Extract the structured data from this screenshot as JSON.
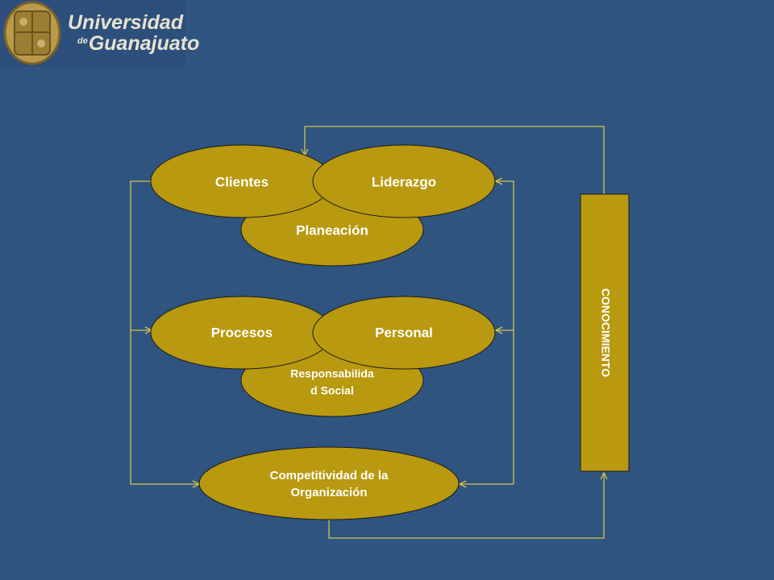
{
  "logo": {
    "line1": "Universidad",
    "line2_prefix": "de",
    "line2_main": "Guanajuato"
  },
  "nodes": {
    "clientes": "Clientes",
    "liderazgo": "Liderazgo",
    "planeacion": "Planeación",
    "procesos": "Procesos",
    "personal": "Personal",
    "responsabilidad_line1": "Responsabilida",
    "responsabilidad_line2": "d Social",
    "competitividad_line1": "Competitividad de la",
    "competitividad_line2": "Organización",
    "conocimiento": "CONOCIMIENTO"
  },
  "colors": {
    "background": "#2f5480",
    "node_fill": "#b8990f",
    "node_stroke": "#1a1a1a",
    "arrow": "#d7c24a",
    "text": "#ffffff"
  }
}
